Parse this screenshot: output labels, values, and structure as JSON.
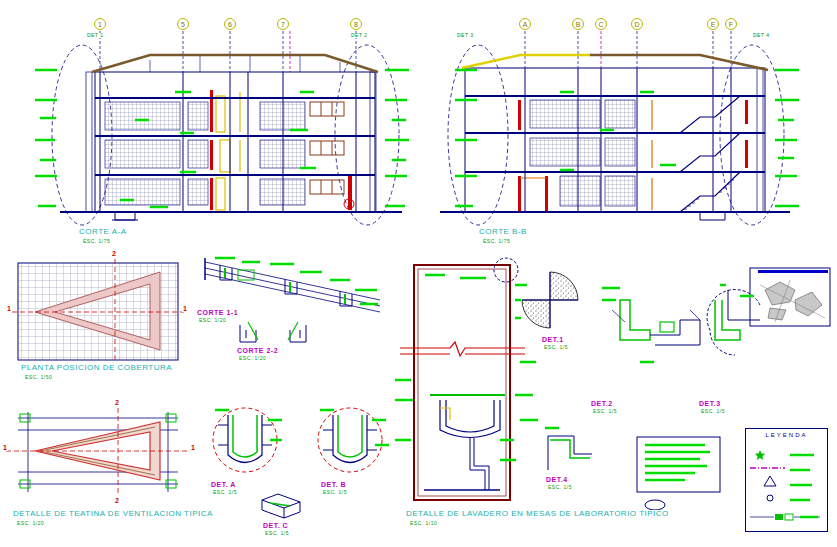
{
  "diagram": {
    "nodes": [
      {
        "text": [
          "1"
        ]
      },
      {
        "text": [
          "5"
        ]
      },
      {
        "text": [
          "6"
        ]
      },
      {
        "text": [
          "7"
        ]
      },
      {
        "text": [
          "8"
        ]
      },
      {
        "text": [
          "A"
        ]
      },
      {
        "text": [
          "B"
        ]
      },
      {
        "text": [
          "C"
        ]
      },
      {
        "text": [
          "D"
        ]
      },
      {
        "text": [
          "E"
        ]
      },
      {
        "text": [
          "F"
        ]
      },
      {
        "text": [
          "LEYENDA"
        ]
      }
    ],
    "labels": [
      "CORTE A-A",
      "ESC. 1/75",
      "CORTE B-B",
      "ESC. 1/75",
      "PLANTA POSICION DE COBERTURA",
      "ESC. 1/50",
      "DETALLE DE TEATINA DE VENTILACION TIPICA",
      "ESC. 1/20",
      "CORTE 1-1",
      "ESC. 1/20",
      "CORTE 2-2",
      "ESC. 1/20",
      "DET. A",
      "ESC. 1/5",
      "DET. B",
      "ESC. 1/5",
      "DET. C",
      "ESC. 1/5",
      "DETALLE DE LAVADERO EN MESAS DE LABORATORIO TIPICO",
      "ESC. 1/10",
      "DET.1",
      "ESC. 1/5",
      "DET.2",
      "ESC. 1/5",
      "DET.3",
      "ESC. 1/5",
      "DET.4",
      "ESC. 1/5",
      "DET 1",
      "DET 2",
      "DET 3",
      "DET 4",
      "1",
      "1",
      "2",
      "1",
      "1",
      "2",
      "2"
    ]
  }
}
